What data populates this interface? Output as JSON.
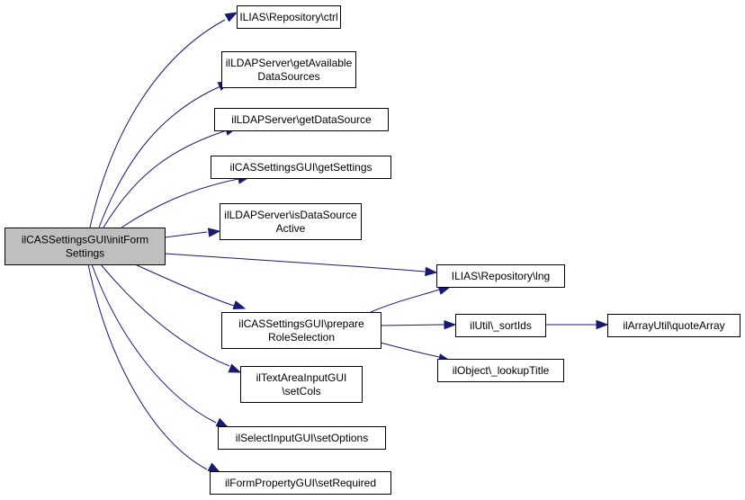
{
  "diagram": {
    "type": "call-graph",
    "edge_color": "#191970",
    "root_fill": "#bfbfbf",
    "node_fill": "#ffffff",
    "nodes": [
      {
        "id": "root",
        "lines": [
          "ilCASSettingsGUI\\initForm",
          "Settings"
        ],
        "root": true
      },
      {
        "id": "ctrl",
        "lines": [
          "ILIAS\\Repository\\ctrl"
        ]
      },
      {
        "id": "getAvail",
        "lines": [
          "ilLDAPServer\\getAvailable",
          "DataSources"
        ]
      },
      {
        "id": "getDS",
        "lines": [
          "ilLDAPServer\\getDataSource"
        ]
      },
      {
        "id": "getSettings",
        "lines": [
          "ilCASSettingsGUI\\getSettings"
        ]
      },
      {
        "id": "isActive",
        "lines": [
          "ilLDAPServer\\isDataSource",
          "Active"
        ]
      },
      {
        "id": "lng",
        "lines": [
          "ILIAS\\Repository\\lng"
        ]
      },
      {
        "id": "prepRole",
        "lines": [
          "ilCASSettingsGUI\\prepare",
          "RoleSelection"
        ]
      },
      {
        "id": "sortIds",
        "lines": [
          "ilUtil\\_sortIds"
        ]
      },
      {
        "id": "quoteArray",
        "lines": [
          "ilArrayUtil\\quoteArray"
        ]
      },
      {
        "id": "lookupTitle",
        "lines": [
          "ilObject\\_lookupTitle"
        ]
      },
      {
        "id": "setCols",
        "lines": [
          "ilTextAreaInputGUI",
          "\\setCols"
        ]
      },
      {
        "id": "setOptions",
        "lines": [
          "ilSelectInputGUI\\setOptions"
        ]
      },
      {
        "id": "setRequired",
        "lines": [
          "ilFormPropertyGUI\\setRequired"
        ]
      }
    ],
    "edges": [
      [
        "root",
        "ctrl"
      ],
      [
        "root",
        "getAvail"
      ],
      [
        "root",
        "getDS"
      ],
      [
        "root",
        "getSettings"
      ],
      [
        "root",
        "isActive"
      ],
      [
        "root",
        "lng"
      ],
      [
        "root",
        "prepRole"
      ],
      [
        "root",
        "setCols"
      ],
      [
        "root",
        "setOptions"
      ],
      [
        "root",
        "setRequired"
      ],
      [
        "prepRole",
        "lng"
      ],
      [
        "prepRole",
        "sortIds"
      ],
      [
        "prepRole",
        "lookupTitle"
      ],
      [
        "sortIds",
        "quoteArray"
      ]
    ]
  }
}
